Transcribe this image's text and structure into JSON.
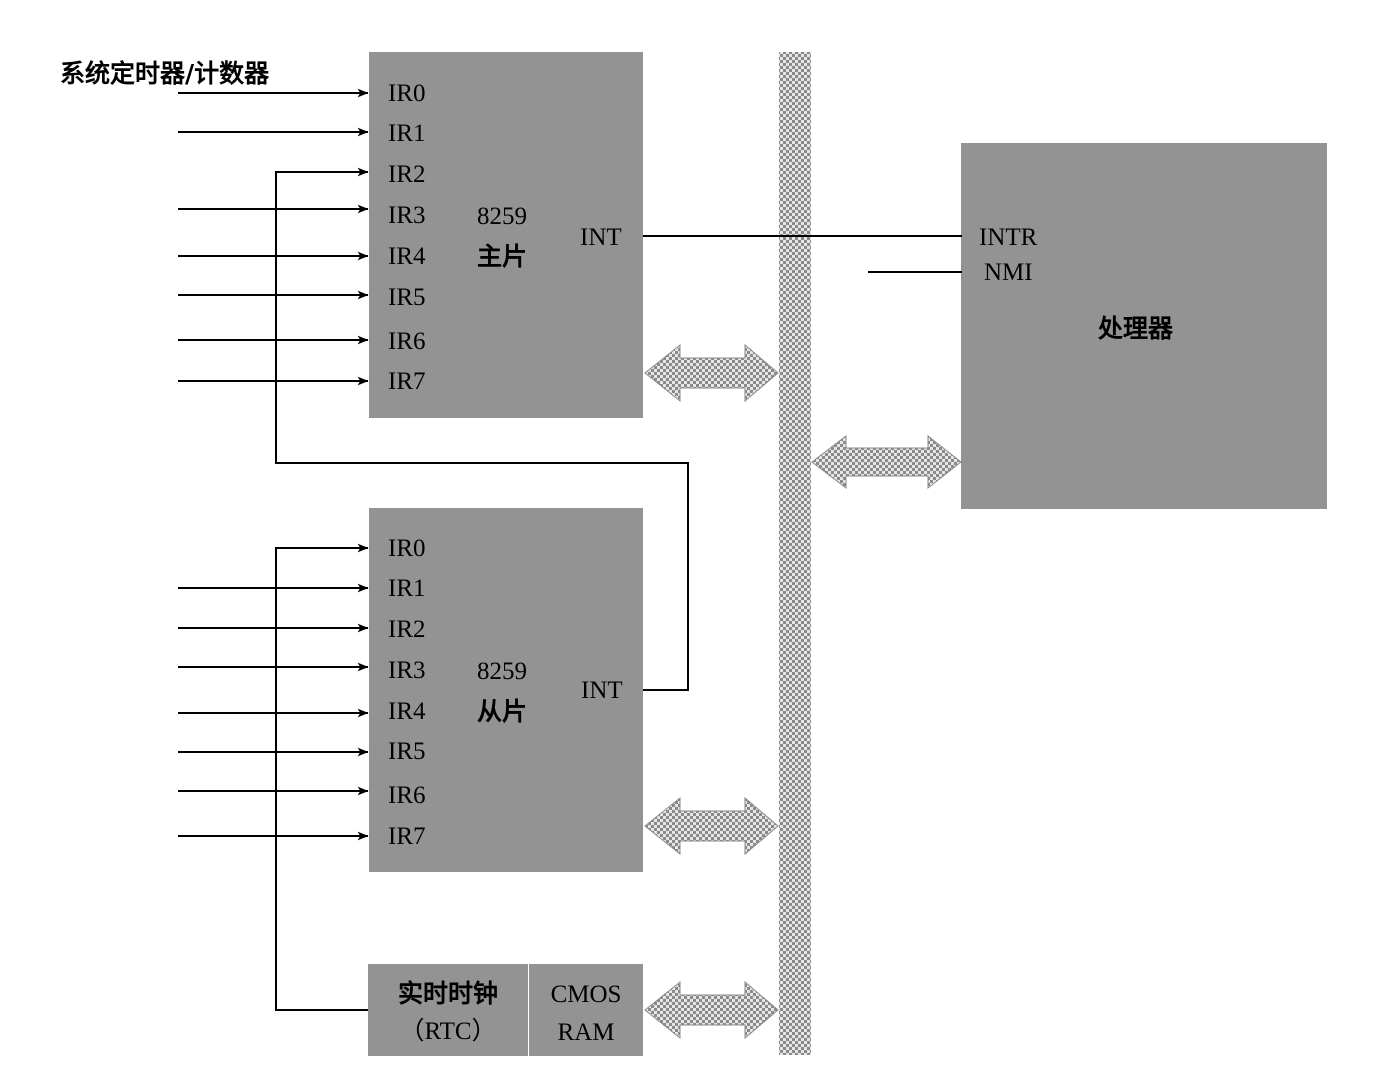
{
  "timer_label": "系统定时器/计数器",
  "master": {
    "name": "8259",
    "role": "主片",
    "int_label": "INT",
    "ir_labels": [
      "IR0",
      "IR1",
      "IR2",
      "IR3",
      "IR4",
      "IR5",
      "IR6",
      "IR7"
    ]
  },
  "slave": {
    "name": "8259",
    "role": "从片",
    "int_label": "INT",
    "ir_labels": [
      "IR0",
      "IR1",
      "IR2",
      "IR3",
      "IR4",
      "IR5",
      "IR6",
      "IR7"
    ]
  },
  "processor": {
    "title": "处理器",
    "intr_label": "INTR",
    "nmi_label": "NMI"
  },
  "rtc": {
    "line1": "实时时钟",
    "line2": "（RTC）"
  },
  "cmos": {
    "line1": "CMOS",
    "line2": "RAM"
  },
  "colors": {
    "block_fill": "#939393",
    "line": "#000000",
    "bus_dark": "#8a8a8a",
    "bus_light": "#e6e6e6"
  }
}
